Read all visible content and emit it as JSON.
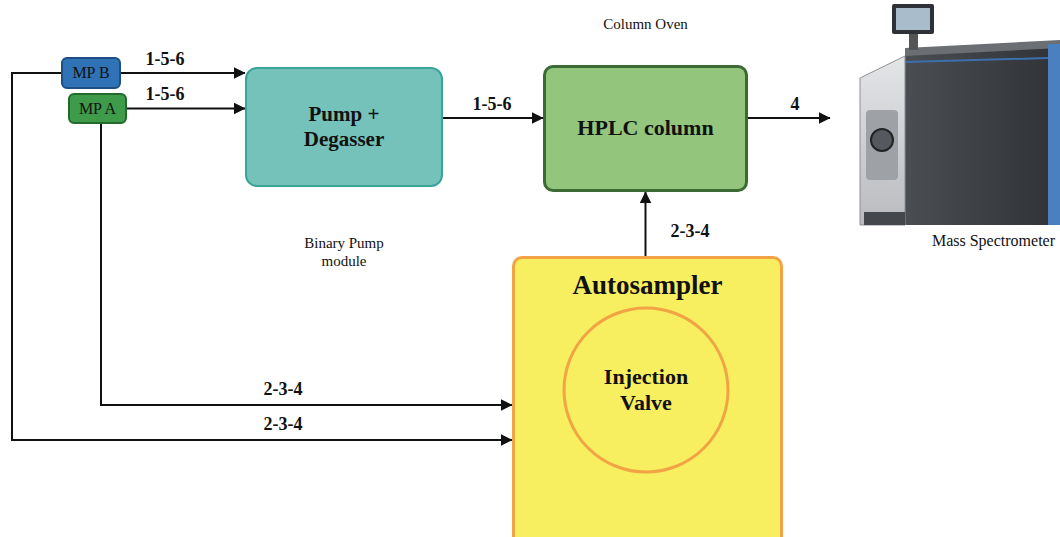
{
  "diagram": {
    "nodes": [
      {
        "text": [
          "MP B"
        ]
      },
      {
        "text": [
          "MP A"
        ]
      },
      {
        "text": [
          "Pump + Degasser",
          "Binary Pump module"
        ]
      },
      {
        "text": [
          "Column Oven",
          "HPLC column"
        ]
      },
      {
        "text": [
          "Mass Spectrometer"
        ]
      },
      {
        "text": [
          "Autosampler"
        ]
      },
      {
        "text": [
          "Injection Valve"
        ],
        "in": 5
      }
    ],
    "edges": [
      {
        "from": 0,
        "to": 2,
        "arrow": "to",
        "label": "1-5-6"
      },
      {
        "from": 1,
        "to": 2,
        "arrow": "to",
        "label": "1-5-6"
      },
      {
        "from": 2,
        "to": 3,
        "arrow": "to",
        "label": "1-5-6"
      },
      {
        "from": 3,
        "to": 4,
        "arrow": "to",
        "label": "4"
      },
      {
        "from": 5,
        "to": 3,
        "arrow": "to",
        "label": "2-3-4"
      },
      {
        "from": 1,
        "to": 5,
        "arrow": "to",
        "label": "2-3-4"
      },
      {
        "from": 0,
        "to": 5,
        "arrow": "to",
        "label": "2-3-4"
      }
    ]
  }
}
